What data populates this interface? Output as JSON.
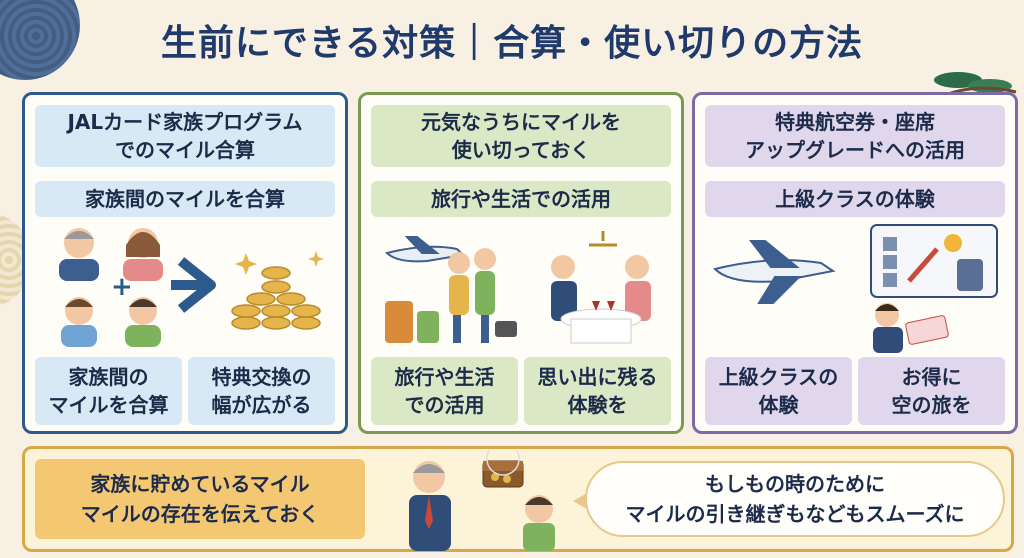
{
  "title": "生前にできる対策｜合算・使い切りの方法",
  "panels": [
    {
      "header": "JALカード家族プログラム\nでのマイル合算",
      "sub": "家族間のマイルを合算",
      "cards": [
        "家族間の\nマイルを合算",
        "特典交換の\n幅が広がる"
      ]
    },
    {
      "header": "元気なうちにマイルを\n使い切っておく",
      "sub": "旅行や生活での活用",
      "cards": [
        "旅行や生活\nでの活用",
        "思い出に残る\n体験を"
      ]
    },
    {
      "header": "特典航空券・座席\nアップグレードへの活用",
      "sub": "上級クラスの体験",
      "cards": [
        "上級クラスの\n体験",
        "お得に\n空の旅を"
      ]
    }
  ],
  "bottom": {
    "left": "家族に貯めているマイル\nマイルの存在を伝えておく",
    "bubble": "もしもの時のために\nマイルの引き継ぎもなどもスムーズに"
  },
  "colors": {
    "navy": "#1f3a6b",
    "panel1": "#2d5a8c",
    "panel2": "#7a9a55",
    "panel3": "#7c6aa6",
    "bottom": "#d7a84a"
  }
}
